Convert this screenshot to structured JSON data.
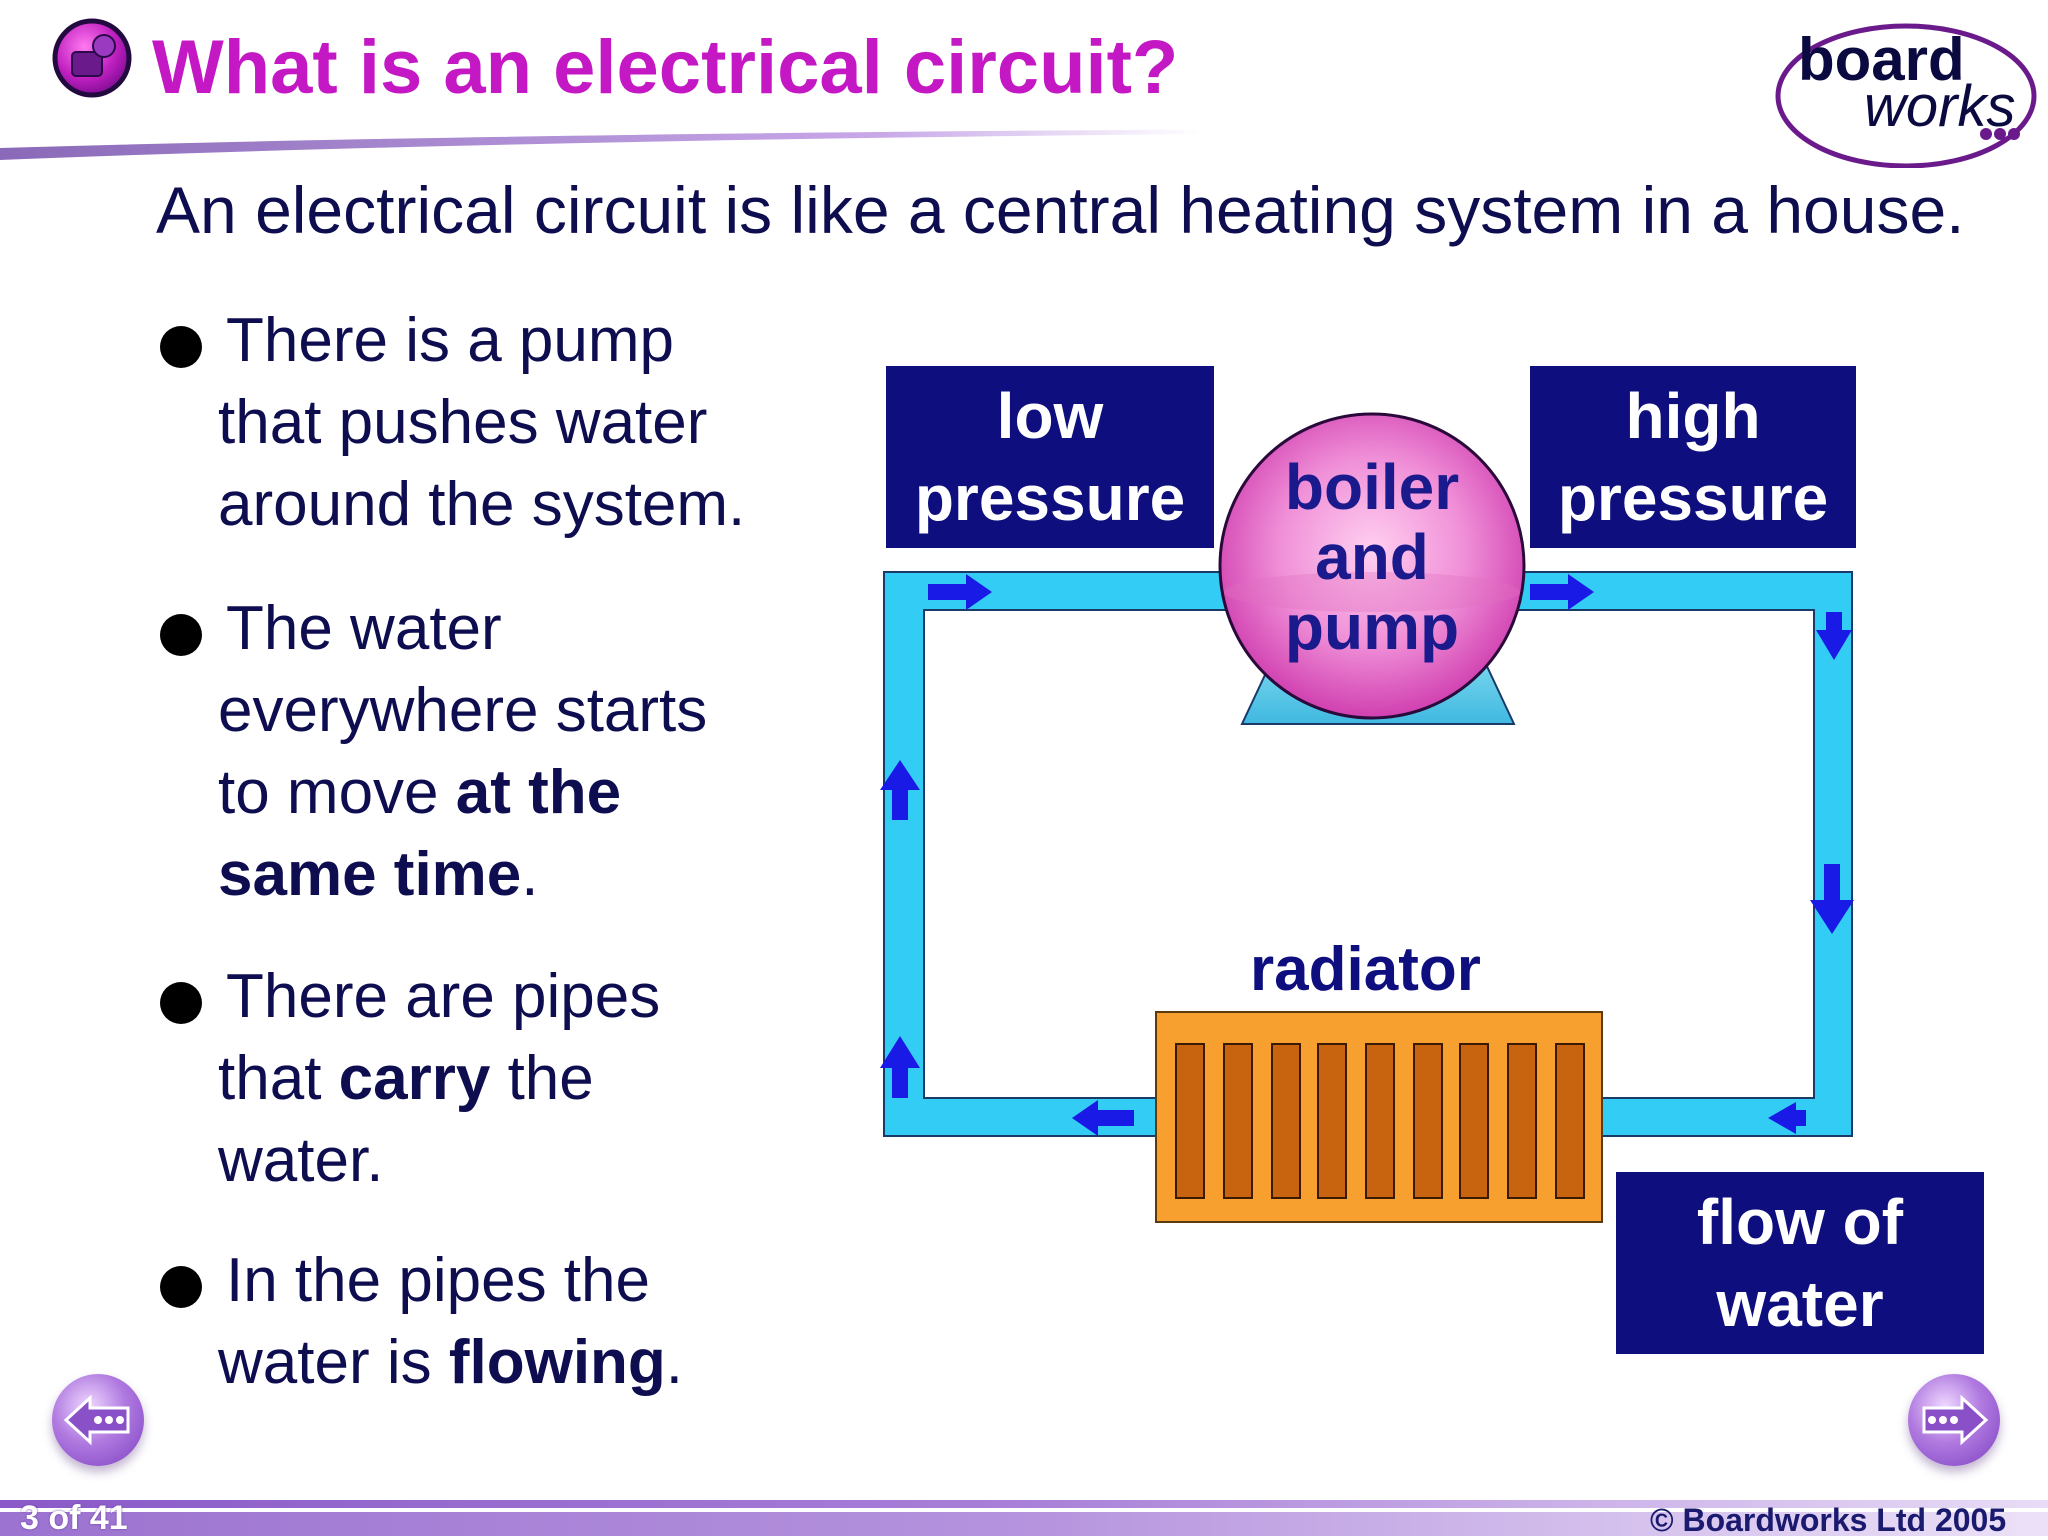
{
  "slide": {
    "title": "What is an electrical circuit?",
    "intro": "An electrical circuit is like a central heating system in a house.",
    "bullets": [
      {
        "lines": [
          "There is a pump",
          "that pushes water",
          "around the system."
        ]
      },
      {
        "lines": [
          "The water",
          "everywhere starts"
        ],
        "line3_pre": "to move ",
        "line3_bold": "at the",
        "line4_bold": "same time",
        "line4_post": "."
      },
      {
        "line1": "There are pipes",
        "line2_pre": "that ",
        "line2_bold": "carry",
        "line2_post": " the",
        "line3": "water."
      },
      {
        "line1": "In the pipes the",
        "line2_pre": "water is ",
        "line2_bold": "flowing",
        "line2_post": "."
      }
    ]
  },
  "diagram": {
    "low_pressure": [
      "low",
      "pressure"
    ],
    "high_pressure": [
      "high",
      "pressure"
    ],
    "boiler": [
      "boiler",
      "and",
      "pump"
    ],
    "radiator": "radiator",
    "flow": [
      "flow of",
      "water"
    ],
    "colors": {
      "pipe": "#33ccf5",
      "arrow": "#1a1ae6",
      "label_bg": "#0e0e7e",
      "radiator_body": "#f7a030",
      "radiator_fin": "#c86410",
      "boiler": "#e870c8"
    }
  },
  "logo": {
    "line1": "board",
    "line2": "works"
  },
  "footer": {
    "slide_counter": "3 of 41",
    "copyright": "© Boardworks Ltd 2005"
  },
  "nav": {
    "prev_icon": "previous-arrow-icon",
    "next_icon": "next-arrow-icon"
  }
}
